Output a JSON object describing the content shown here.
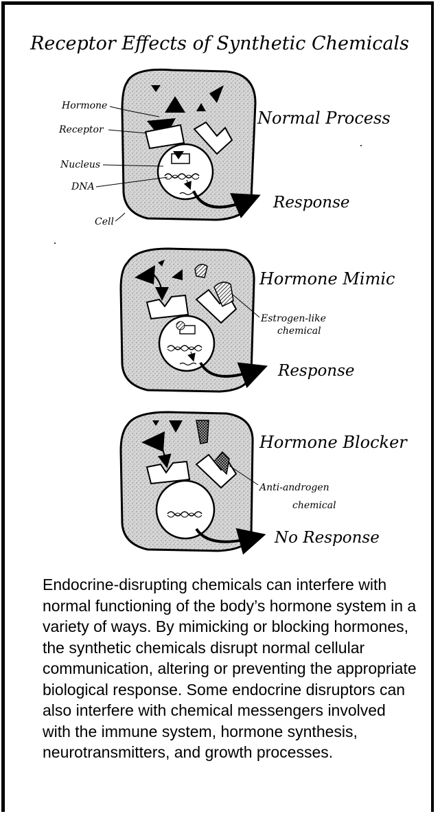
{
  "title": "Receptor Effects of Synthetic Chemicals",
  "panels": [
    {
      "heading": "Normal Process",
      "response": "Response",
      "labels": {
        "hormone": "Hormone",
        "receptor": "Receptor",
        "nucleus": "Nucleus",
        "dna": "DNA",
        "cell": "Cell"
      }
    },
    {
      "heading": "Hormone Mimic",
      "response": "Response",
      "chemical_line1": "Estrogen-like",
      "chemical_line2": "chemical"
    },
    {
      "heading": "Hormone Blocker",
      "response": "No Response",
      "chemical_line1": "Anti-androgen",
      "chemical_line2": "chemical"
    }
  ],
  "caption": "Endocrine-disrupting chemicals can interfere with normal functioning of the body’s hormone system in a variety of ways. By mimicking or blocking hormones, the synthetic chemicals disrupt normal cellular communication, altering or preventing the appropriate biological response. Some endocrine disruptors can also interfere with chemical messengers involved with the immune system, hormone synthesis, neurotransmitters, and growth processes.",
  "colors": {
    "cell_fill": "#d9d9d9",
    "ink": "#000000",
    "nucleus_fill": "#ffffff"
  }
}
